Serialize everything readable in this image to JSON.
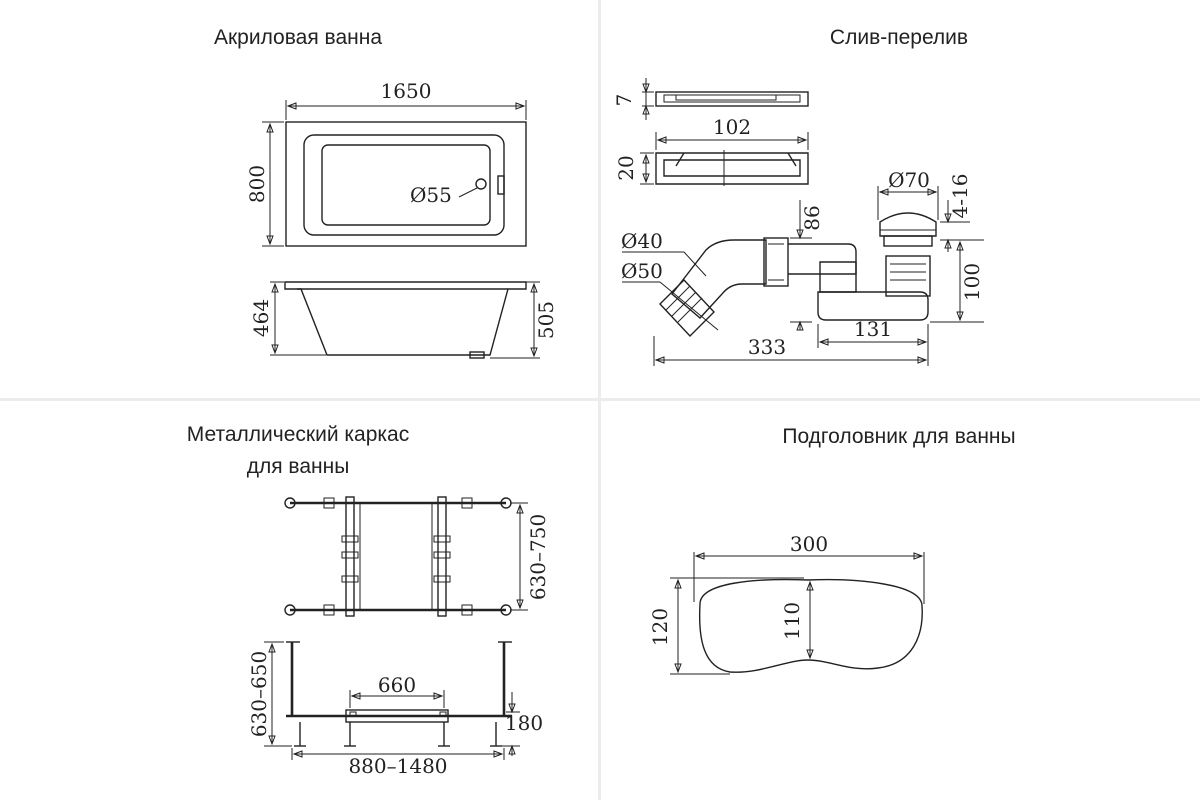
{
  "panels": {
    "bathtub": {
      "title": "Акриловая ванна",
      "dims": {
        "length": "1650",
        "width": "800",
        "drain": "Ø55",
        "inner_height": "464",
        "outer_height": "505"
      }
    },
    "drain": {
      "title": "Слив-перелив",
      "dims": {
        "d7": "7",
        "d102": "102",
        "d20": "20",
        "d70": "Ø70",
        "d416": "4-16",
        "d86": "86",
        "d40": "Ø40",
        "d50": "Ø50",
        "d100": "100",
        "d131": "131",
        "d333": "333"
      }
    },
    "frame": {
      "title_line1": "Металлический каркас",
      "title_line2": "для ванны",
      "dims": {
        "width_range": "630–750",
        "height_range": "630–650",
        "span": "660",
        "foot": "180",
        "length_range": "880–1480"
      }
    },
    "headrest": {
      "title": "Подголовник для ванны",
      "dims": {
        "width": "300",
        "outer_height": "120",
        "inner_height": "110"
      }
    }
  },
  "colors": {
    "line": "#222222",
    "grid": "#e6e6e6",
    "shade": "#bbbbbb"
  }
}
